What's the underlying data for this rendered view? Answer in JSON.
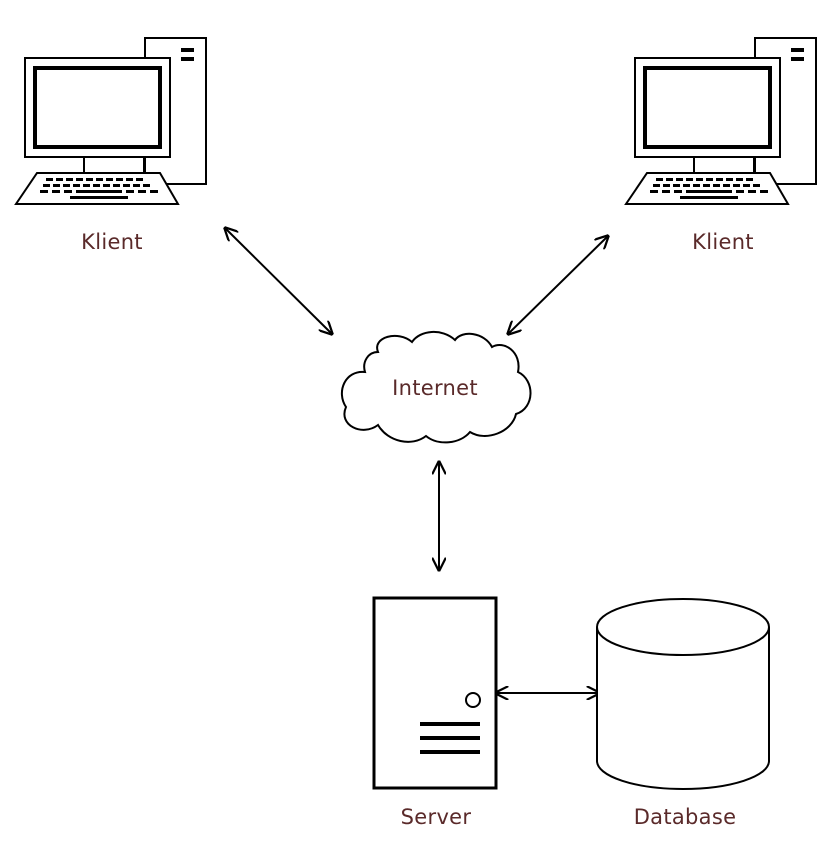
{
  "labels": {
    "client_left": "Klient",
    "client_right": "Klient",
    "internet": "Internet",
    "server": "Server",
    "database": "Database"
  },
  "colors": {
    "label_text": "#5a2a2a",
    "stroke": "#000000",
    "background": "#ffffff"
  },
  "icons": {
    "client_left": "desktop-computer-icon",
    "client_right": "desktop-computer-icon",
    "internet": "cloud-icon",
    "server": "server-tower-icon",
    "database": "database-cylinder-icon"
  }
}
